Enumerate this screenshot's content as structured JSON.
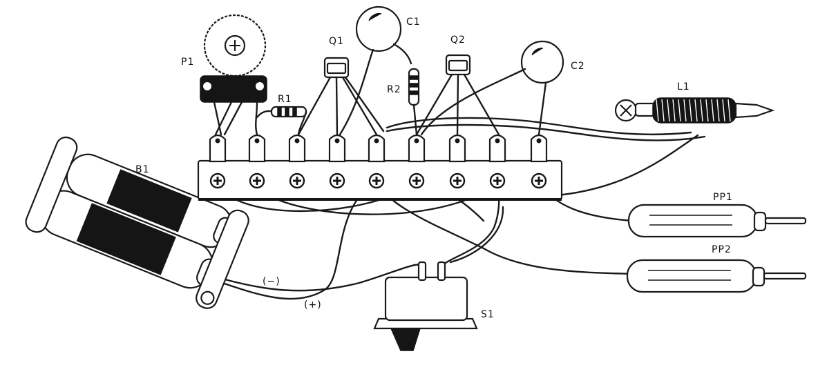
{
  "labels": {
    "p1": "P1",
    "q1": "Q1",
    "c1": "C1",
    "q2": "Q2",
    "c2": "C2",
    "r1": "R1",
    "r2": "R2",
    "l1": "L1",
    "b1": "B1",
    "pp1": "PP1",
    "pp2": "PP2",
    "s1": "S1",
    "minus": "(−)",
    "plus": "(+)"
  },
  "colors": {
    "ink": "#151515",
    "paper": "#ffffff"
  }
}
